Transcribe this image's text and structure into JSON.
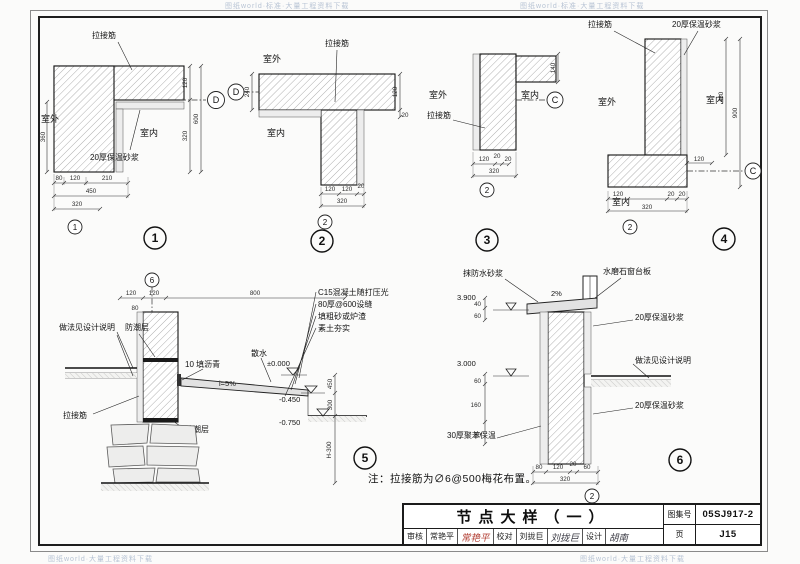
{
  "watermarks": [
    "图纸world·标准·大量工程资料下载",
    "图纸world·标准·大量工程资料下载",
    "图纸world·大量工程资料下载",
    "图纸world·大量工程资料下载"
  ],
  "labels": {
    "outdoor": "室外",
    "indoor": "室内",
    "tie_bar": "拉接筋",
    "ins20": "20厚保温砂浆",
    "ins30": "30厚聚苯保温",
    "method": "做法见设计说明",
    "dpc": "防潮层",
    "waterproof_mortar": "抹防水砂浆",
    "terrazzo_sill": "水磨石窗台板",
    "asphalt": "10 填沥青",
    "apron": "散水",
    "slope_i": "i=5%",
    "slope_2": "2%"
  },
  "axes": {
    "C": "C",
    "D": "D"
  },
  "levels": {
    "zero": "±0.000",
    "m450": "-0.450",
    "m750": "-0.750",
    "l39": "3.900",
    "l30": "3.000"
  },
  "details": {
    "d1": {
      "no": "1",
      "grid": "1",
      "dims": [
        "80",
        "120",
        "210",
        "450",
        "320",
        "360",
        "120",
        "320",
        "600"
      ]
    },
    "d2": {
      "no": "2",
      "grid": "2",
      "dims": [
        "240",
        "120",
        "120",
        "20",
        "320",
        "120",
        "20"
      ]
    },
    "d3": {
      "no": "3",
      "grid": "2",
      "dims": [
        "120",
        "20",
        "20",
        "320",
        "140"
      ]
    },
    "d4": {
      "no": "4",
      "grid": "2",
      "dims": [
        "460",
        "900",
        "120",
        "120",
        "20",
        "20",
        "320"
      ]
    },
    "d5": {
      "no": "5",
      "grid": "6",
      "dims": [
        "120",
        "120",
        "800",
        "80",
        "450",
        "300",
        "H-300"
      ],
      "notes": [
        "C15混凝土随打压光",
        "80厚@600设缝",
        "填粗砂或炉渣",
        "素土夯实"
      ]
    },
    "d6": {
      "no": "6",
      "grid": "2",
      "dims": [
        "40",
        "60",
        "60",
        "160",
        "80",
        "80",
        "120",
        "20",
        "60",
        "320"
      ]
    }
  },
  "note": "注：拉接筋为∅6@500梅花布置。",
  "title_block": {
    "title": "节点大样（一）",
    "atlas_label": "图集号",
    "atlas_no": "05SJ917-2",
    "page_label": "页",
    "page_no": "J15",
    "review_label": "审核",
    "review_name": "常艳平",
    "review_sig": "常艳平",
    "check_label": "校对",
    "check_name": "刘拢巨",
    "check_sig": "刘拢巨",
    "design_label": "设计",
    "design_sig": "胡南"
  }
}
